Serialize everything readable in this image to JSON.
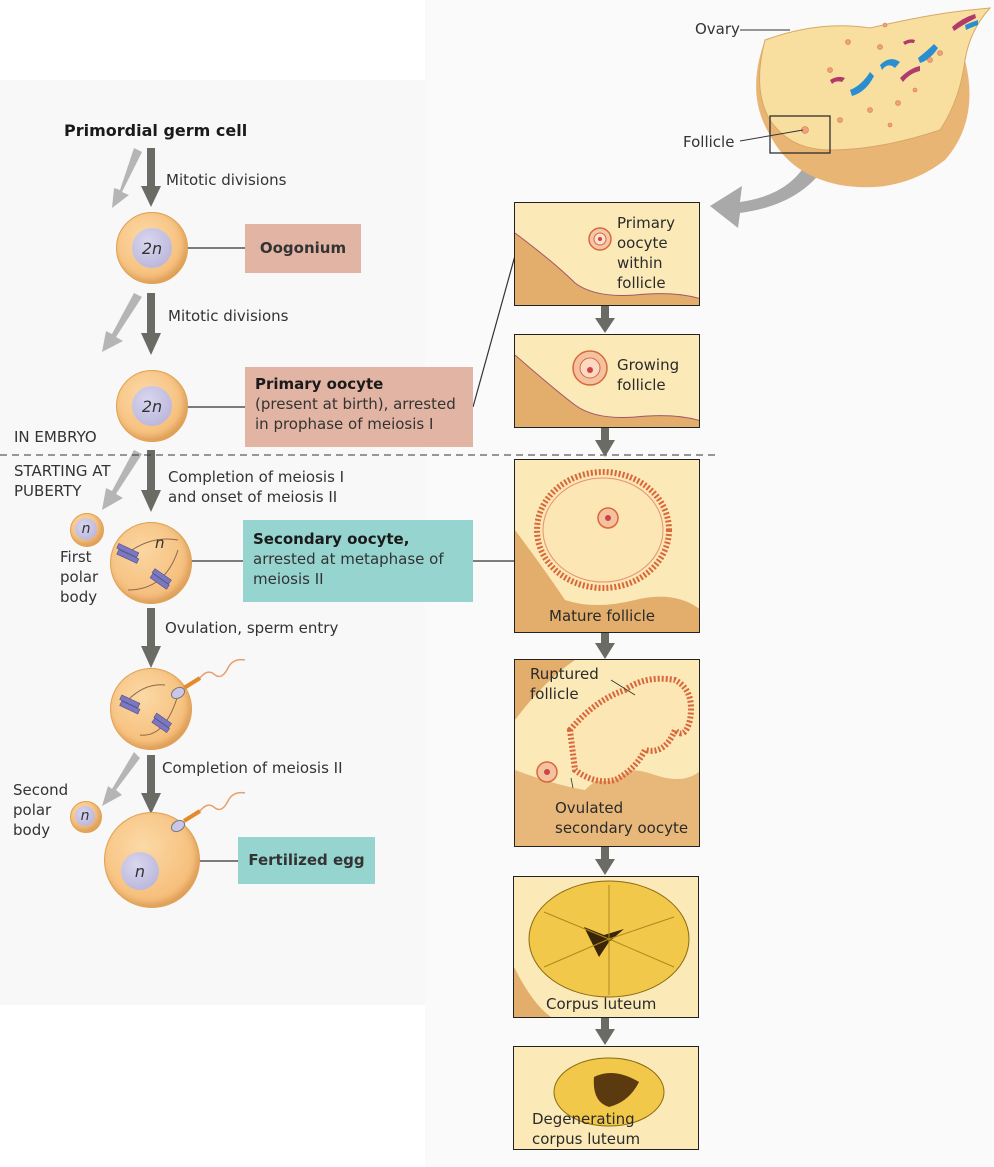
{
  "left_flow": {
    "start_label": "Primordial germ cell",
    "steps": [
      {
        "arrow_label": "Mitotic divisions"
      },
      {
        "arrow_label": "Mitotic divisions"
      },
      {
        "arrow_label_line1": "Completion of meiosis I",
        "arrow_label_line2": "and onset of meiosis II"
      },
      {
        "arrow_label": "Ovulation, sperm entry"
      },
      {
        "arrow_label": "Completion of meiosis II"
      }
    ],
    "cells": [
      {
        "nucleus_label": "2n",
        "box_title": "Oogonium",
        "box_color": "#e2b4a3"
      },
      {
        "nucleus_label": "2n",
        "box_title": "Primary oocyte",
        "box_line1": "(present at birth), arrested",
        "box_line2": "in prophase of meiosis I",
        "box_color": "#e2b4a3"
      },
      {
        "nucleus_label": "n",
        "box_title": "Secondary oocyte,",
        "box_line1": "arrested at metaphase of",
        "box_line2": "meiosis II",
        "box_color": "#96d4cf"
      },
      {
        "nucleus_label": ""
      },
      {
        "nucleus_label": "n",
        "box_title": "Fertilized egg",
        "box_color": "#96d4cf"
      }
    ],
    "first_polar_body": {
      "nucleus_label": "n",
      "label_lines": [
        "First",
        "polar",
        "body"
      ]
    },
    "second_polar_body": {
      "nucleus_label": "n",
      "label_lines": [
        "Second",
        "polar",
        "body"
      ]
    },
    "stage_divider": {
      "above": "IN EMBRYO",
      "below_line1": "STARTING AT",
      "below_line2": "PUBERTY"
    }
  },
  "ovary": {
    "ovary_label": "Ovary",
    "follicle_label": "Follicle"
  },
  "panels": [
    {
      "label_lines": [
        "Primary",
        "oocyte",
        "within",
        "follicle"
      ]
    },
    {
      "label_lines": [
        "Growing",
        "follicle"
      ]
    },
    {
      "label_lines": [
        "Mature follicle"
      ]
    },
    {
      "label_lines": [
        "Ruptured",
        "follicle"
      ],
      "label2_lines": [
        "Ovulated",
        "secondary oocyte"
      ]
    },
    {
      "label_lines": [
        "Corpus luteum"
      ]
    },
    {
      "label_lines": [
        "Degenerating",
        "corpus luteum"
      ]
    }
  ],
  "colors": {
    "arrow_dark": "#6b6b66",
    "arrow_light": "#b5b5b5",
    "salmon_box": "#e2b4a3",
    "teal_box": "#96d4cf",
    "cell_orange": "#f6bd78",
    "nucleus_lavender": "#b2aed6"
  }
}
